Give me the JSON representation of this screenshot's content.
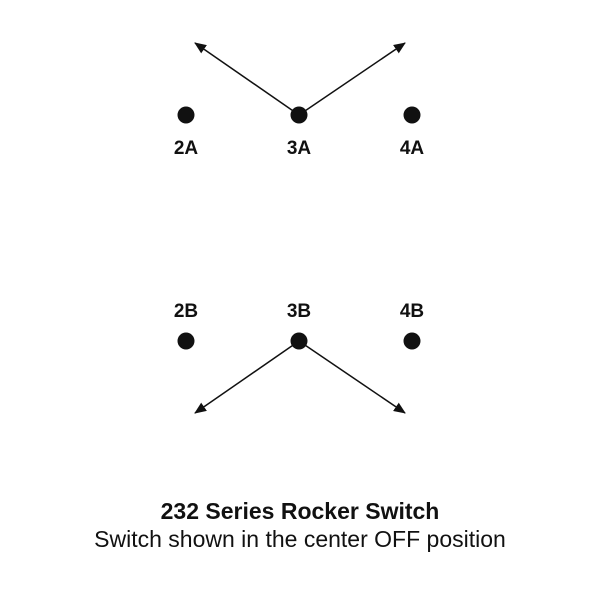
{
  "terminals": {
    "t2a": "2A",
    "t3a": "3A",
    "t4a": "4A",
    "t2b": "2B",
    "t3b": "3B",
    "t4b": "4B"
  },
  "caption": {
    "title": "232 Series Rocker Switch",
    "subtitle": "Switch shown in the center OFF position"
  },
  "colors": {
    "ink": "#111111",
    "background": "#ffffff"
  }
}
